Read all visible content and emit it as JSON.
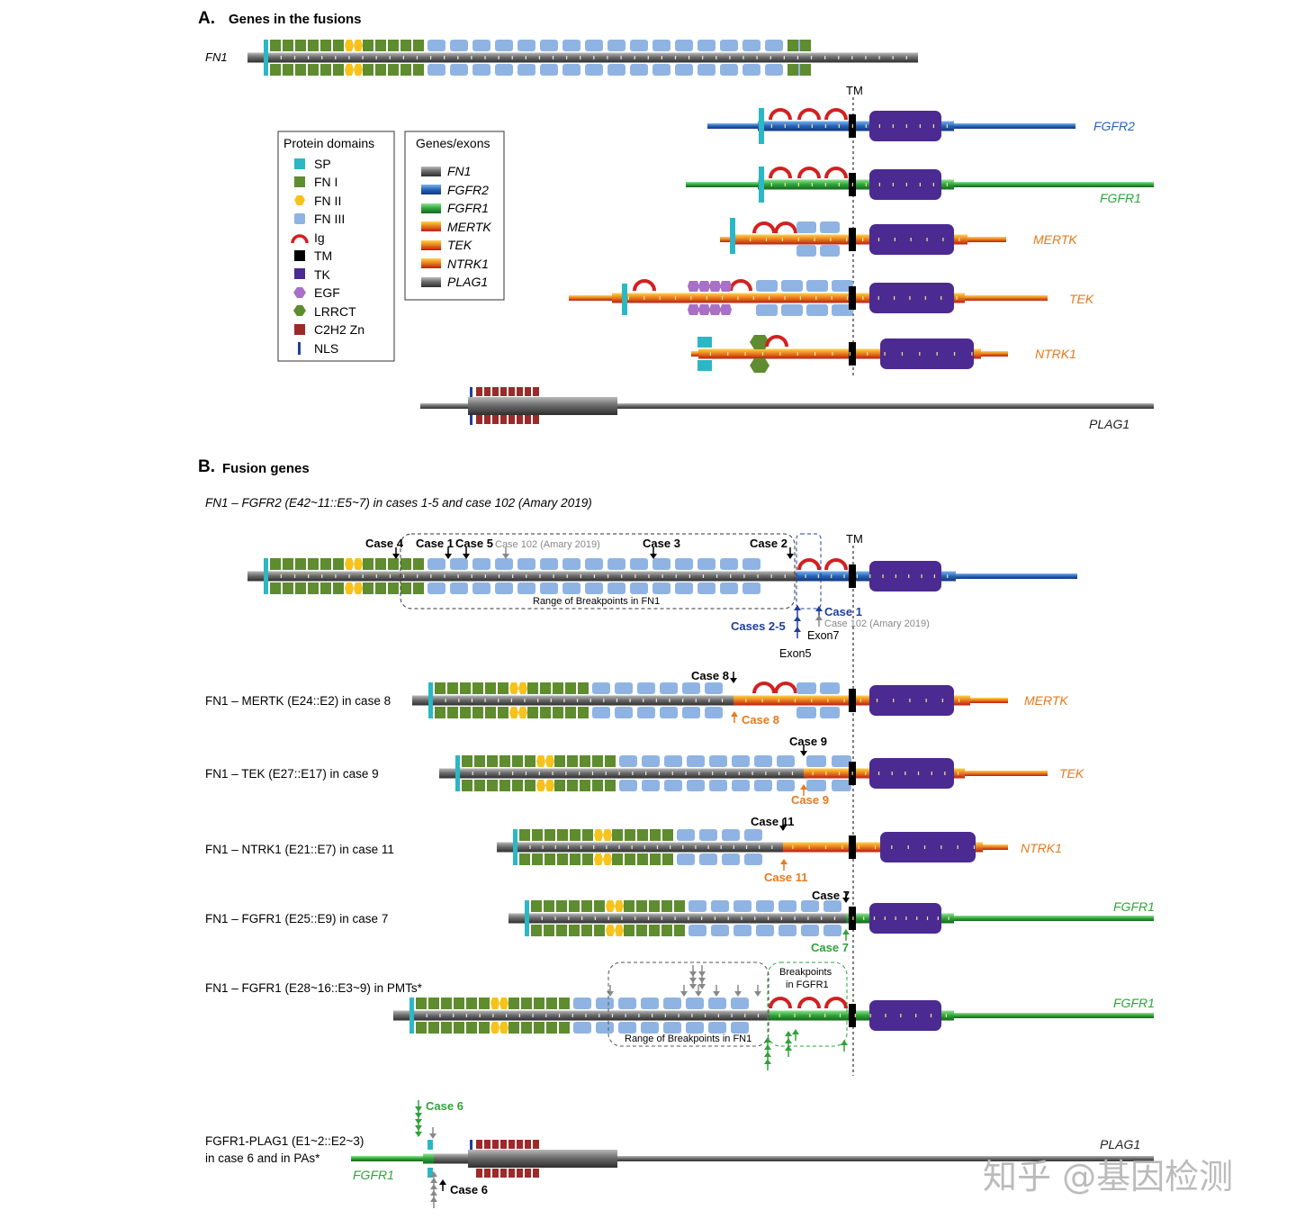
{
  "panel_a": {
    "letter": "A.",
    "title": "Genes in the fusions",
    "tm_label": "TM",
    "genes": {
      "fn1": "FN1",
      "fgfr2": "FGFR2",
      "fgfr1": "FGFR1",
      "mertk": "MERTK",
      "tek": "TEK",
      "ntrk1": "NTRK1",
      "plag1": "PLAG1"
    }
  },
  "legend_domains": {
    "title": "Protein domains",
    "items": [
      "SP",
      "FN I",
      "FN II",
      "FN III",
      "Ig",
      "TM",
      "TK",
      "EGF",
      "LRRCT",
      "C2H2 Zn",
      "NLS"
    ]
  },
  "legend_genes": {
    "title": "Genes/exons",
    "items": [
      "FN1",
      "FGFR2",
      "FGFR1",
      "MERTK",
      "TEK",
      "NTRK1",
      "PLAG1"
    ]
  },
  "colors": {
    "SP": "#2bb7c4",
    "FN I": "#5e8c2e",
    "FN II": "#f6c21c",
    "FN III": "#8fb4e3",
    "Ig": "#d32020",
    "TM": "#000000",
    "TK": "#4b2a91",
    "EGF": "#a870c6",
    "LRRCT": "#5e8c2e",
    "C2H2 Zn": "#9c2a2a",
    "NLS": "#1f3f9a",
    "FN1": "#5a5a5a",
    "FGFR2": "#2563b8",
    "FGFR1": "#2ea33a",
    "MERTK": "#d9691c",
    "TEK": "#d9691c",
    "NTRK1": "#d9691c",
    "PLAG1": "#6b6b6b"
  },
  "panel_b": {
    "letter": "B.",
    "title": "Fusion genes",
    "fgfr2_caption": "FN1 – FGFR2 (E42~11::E5~7) in cases 1-5 and case 102 (Amary 2019)",
    "fgfr2_cases": {
      "case4": "Case 4",
      "case1": "Case 1",
      "case5": "Case 5",
      "case102": "Case 102 (Amary 2019)",
      "case3": "Case 3",
      "case2": "Case 2",
      "range": "Range of Breakpoints in FN1",
      "cases25": "Cases 2-5",
      "case1b": "Case 1",
      "case102b": "Case 102 (Amary 2019)",
      "exon7": "Exon7",
      "exon5": "Exon5"
    },
    "mertk_caption": "FN1 – MERTK (E24::E2) in case 8",
    "mertk_cases": {
      "top": "Case 8",
      "bottom": "Case 8"
    },
    "tek_caption": "FN1 – TEK (E27::E17) in case 9",
    "tek_cases": {
      "top": "Case 9",
      "bottom": "Case 9"
    },
    "ntrk1_caption": "FN1 – NTRK1 (E21::E7) in case 11",
    "ntrk1_cases": {
      "top": "Case 11",
      "bottom": "Case 11"
    },
    "fgfr1_caption": "FN1 – FGFR1 (E25::E9) in case 7",
    "fgfr1_cases": {
      "top": "Case 7",
      "bottom": "Case 7"
    },
    "pmt_caption": "FN1 – FGFR1 (E28~16::E3~9) in PMTs*",
    "pmt_labels": {
      "bp_fgfr1_1": "Breakpoints",
      "bp_fgfr1_2": "in FGFR1",
      "range": "Range of Breakpoints in FN1"
    },
    "plag_caption_1": "FGFR1-PLAG1 (E1~2::E2~3)",
    "plag_caption_2": "in case 6 and in PAs*",
    "plag_cases": {
      "top": "Case 6",
      "bottom": "Case 6"
    }
  },
  "watermark": "知乎 @基因检测"
}
